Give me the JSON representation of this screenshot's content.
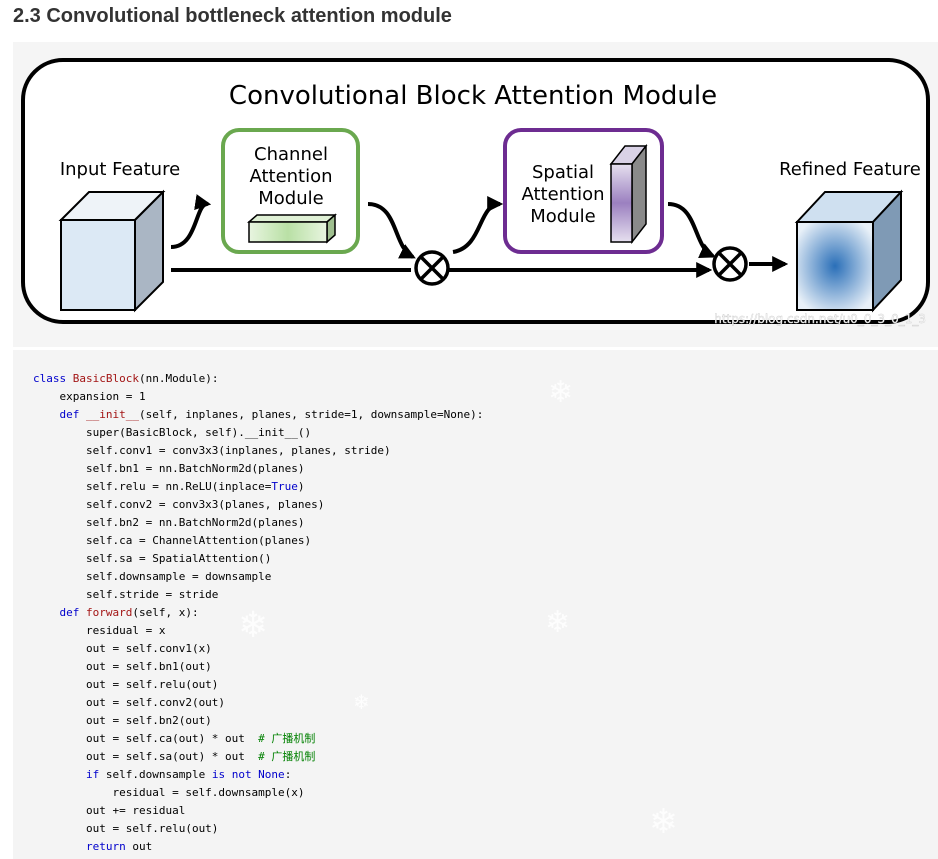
{
  "heading": "2.3 Convolutional bottleneck attention module",
  "diagram": {
    "title": "Convolutional Block Attention Module",
    "input_label": "Input Feature",
    "channel_label": [
      "Channel",
      "Attention",
      "Module"
    ],
    "spatial_label": [
      "Spatial",
      "Attention",
      "Module"
    ],
    "output_label": "Refined Feature",
    "watermark": "https://blog.csdn.net/u0_0_3_0_1_3",
    "colors": {
      "channel_box": "#6aa84f",
      "spatial_box": "#6d2c91",
      "input_cube": "#dce9f5",
      "output_cube": "#2a6fb8"
    },
    "icons": [
      "multiply-circle-icon",
      "arrow-right-icon"
    ]
  },
  "code": {
    "lines": [
      [
        {
          "t": "class ",
          "c": "kw"
        },
        {
          "t": "BasicBlock",
          "c": "fn"
        },
        {
          "t": "(nn.Module):"
        }
      ],
      [
        {
          "t": "    expansion = 1"
        }
      ],
      [
        {
          "t": "    "
        },
        {
          "t": "def ",
          "c": "kw"
        },
        {
          "t": "__init__",
          "c": "fn"
        },
        {
          "t": "(self, inplanes, planes, stride=1, downsample=None):"
        }
      ],
      [
        {
          "t": "        super(BasicBlock, self).__init__()"
        }
      ],
      [
        {
          "t": "        self.conv1 = conv3x3(inplanes, planes, stride)"
        }
      ],
      [
        {
          "t": "        self.bn1 = nn.BatchNorm2d(planes)"
        }
      ],
      [
        {
          "t": "        self.relu = nn.ReLU(inplace="
        },
        {
          "t": "True",
          "c": "kw"
        },
        {
          "t": ")"
        }
      ],
      [
        {
          "t": "        self.conv2 = conv3x3(planes, planes)"
        }
      ],
      [
        {
          "t": "        self.bn2 = nn.BatchNorm2d(planes)"
        }
      ],
      [
        {
          "t": "        self.ca = ChannelAttention(planes)"
        }
      ],
      [
        {
          "t": "        self.sa = SpatialAttention()"
        }
      ],
      [
        {
          "t": "        self.downsample = downsample"
        }
      ],
      [
        {
          "t": "        self.stride = stride"
        }
      ],
      [
        {
          "t": "    "
        },
        {
          "t": "def ",
          "c": "kw"
        },
        {
          "t": "forward",
          "c": "fn"
        },
        {
          "t": "(self, x):"
        }
      ],
      [
        {
          "t": "        residual = x"
        }
      ],
      [
        {
          "t": "        out = self.conv1(x)"
        }
      ],
      [
        {
          "t": "        out = self.bn1(out)"
        }
      ],
      [
        {
          "t": "        out = self.relu(out)"
        }
      ],
      [
        {
          "t": "        out = self.conv2(out)"
        }
      ],
      [
        {
          "t": "        out = self.bn2(out)"
        }
      ],
      [
        {
          "t": "        out = self.ca(out) * out  "
        },
        {
          "t": "# 广播机制",
          "c": "cm"
        }
      ],
      [
        {
          "t": "        out = self.sa(out) * out  "
        },
        {
          "t": "# 广播机制",
          "c": "cm"
        }
      ],
      [
        {
          "t": "        "
        },
        {
          "t": "if ",
          "c": "kw"
        },
        {
          "t": "self.downsample "
        },
        {
          "t": "is not None",
          "c": "kw"
        },
        {
          "t": ":"
        }
      ],
      [
        {
          "t": "            residual = self.downsample(x)"
        }
      ],
      [
        {
          "t": "        out += residual"
        }
      ],
      [
        {
          "t": "        out = self.relu(out)"
        }
      ],
      [
        {
          "t": "        "
        },
        {
          "t": "return ",
          "c": "kw"
        },
        {
          "t": "out"
        }
      ]
    ]
  }
}
